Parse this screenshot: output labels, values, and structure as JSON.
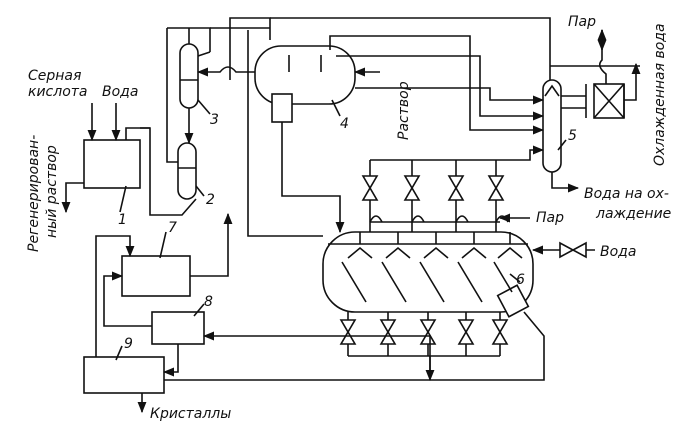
{
  "labels": {
    "sulfuric_acid_1": "Серная",
    "sulfuric_acid_2": "кислота",
    "water_in_1": "Вода",
    "regen_1": "Регенерирован-",
    "regen_2": "ный раствор",
    "solution_in": "Раствор",
    "steam_top": "Пар",
    "cooled_water": "Охлажденная вода",
    "water_cooling_1": "Вода на ох-",
    "water_cooling_2": "лаждение",
    "steam_mid": "Пар",
    "water_right": "Вода",
    "crystals": "Кристаллы"
  },
  "numbers": {
    "n1": "1",
    "n2": "2",
    "n3": "3",
    "n4": "4",
    "n5": "5",
    "n6": "6",
    "n7": "7",
    "n8": "8",
    "n9": "9"
  }
}
